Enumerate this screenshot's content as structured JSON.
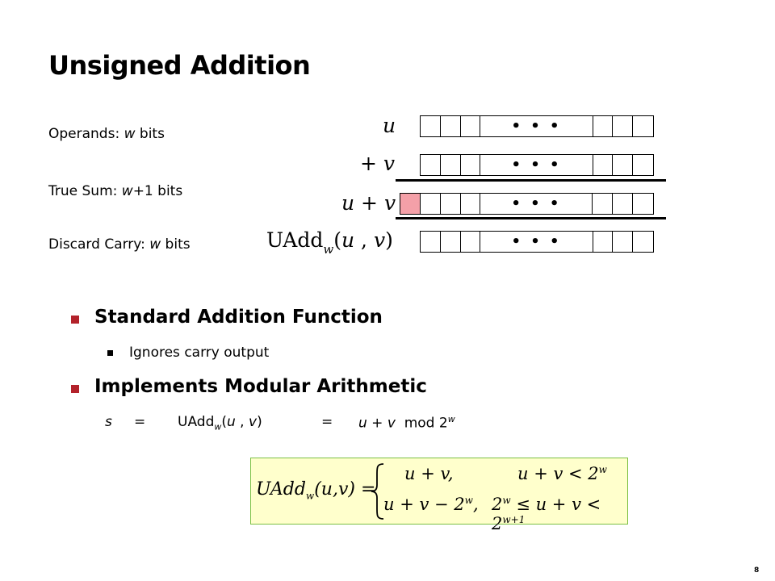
{
  "slide": {
    "title": "Unsigned Addition",
    "page_number": "8"
  },
  "labels": {
    "operands_prefix": "Operands: ",
    "operands_var": "w",
    "operands_suffix": " bits",
    "truesum_prefix": "True Sum: ",
    "truesum_var": "w",
    "truesum_suffix": "+1 bits",
    "discard_prefix": "Discard Carry: ",
    "discard_var": "w",
    "discard_suffix": " bits"
  },
  "diagram": {
    "row_u": "u",
    "row_plus": "+",
    "row_v": "v",
    "row_sum": "u + v",
    "row_uadd_name": "UAdd",
    "row_uadd_sub": "w",
    "row_uadd_open": "(",
    "row_uadd_u": "u",
    "row_uadd_comma": " , ",
    "row_uadd_v": "v",
    "row_uadd_close": ")",
    "ellipsis": "• • •",
    "carry_color": "#f4a0a8"
  },
  "bullets": {
    "b1": "Standard Addition Function",
    "b1_sub": "Ignores carry output",
    "b2": "Implements Modular Arithmetic"
  },
  "equation": {
    "s": "s",
    "eq1": "=",
    "uadd": "UAdd",
    "uadd_sub": "w",
    "args_open": "(",
    "args_u": "u",
    "args_comma": " , ",
    "args_v": "v",
    "args_close": ")",
    "eq2": "=",
    "rhs_uv": "u + v",
    "rhs_mod": "mod 2",
    "rhs_exp": "w"
  },
  "formula": {
    "lhs": "UAdd",
    "lhs_sub": "w",
    "lhs_args": "(u,v) =",
    "case1_expr": "u + v,",
    "case1_cond": "u + v < 2",
    "case1_cond_exp": "w",
    "case2_expr": "u + v − 2",
    "case2_expr_exp": "w",
    "case2_expr_tail": ",",
    "case2_cond_a": "2",
    "case2_cond_a_exp": "w",
    "case2_cond_mid": " ≤ u + v < 2",
    "case2_cond_exp": "w+1"
  },
  "colors": {
    "bullet": "#b3222b",
    "formula_bg": "#ffffcc",
    "formula_border": "#7bc043"
  }
}
